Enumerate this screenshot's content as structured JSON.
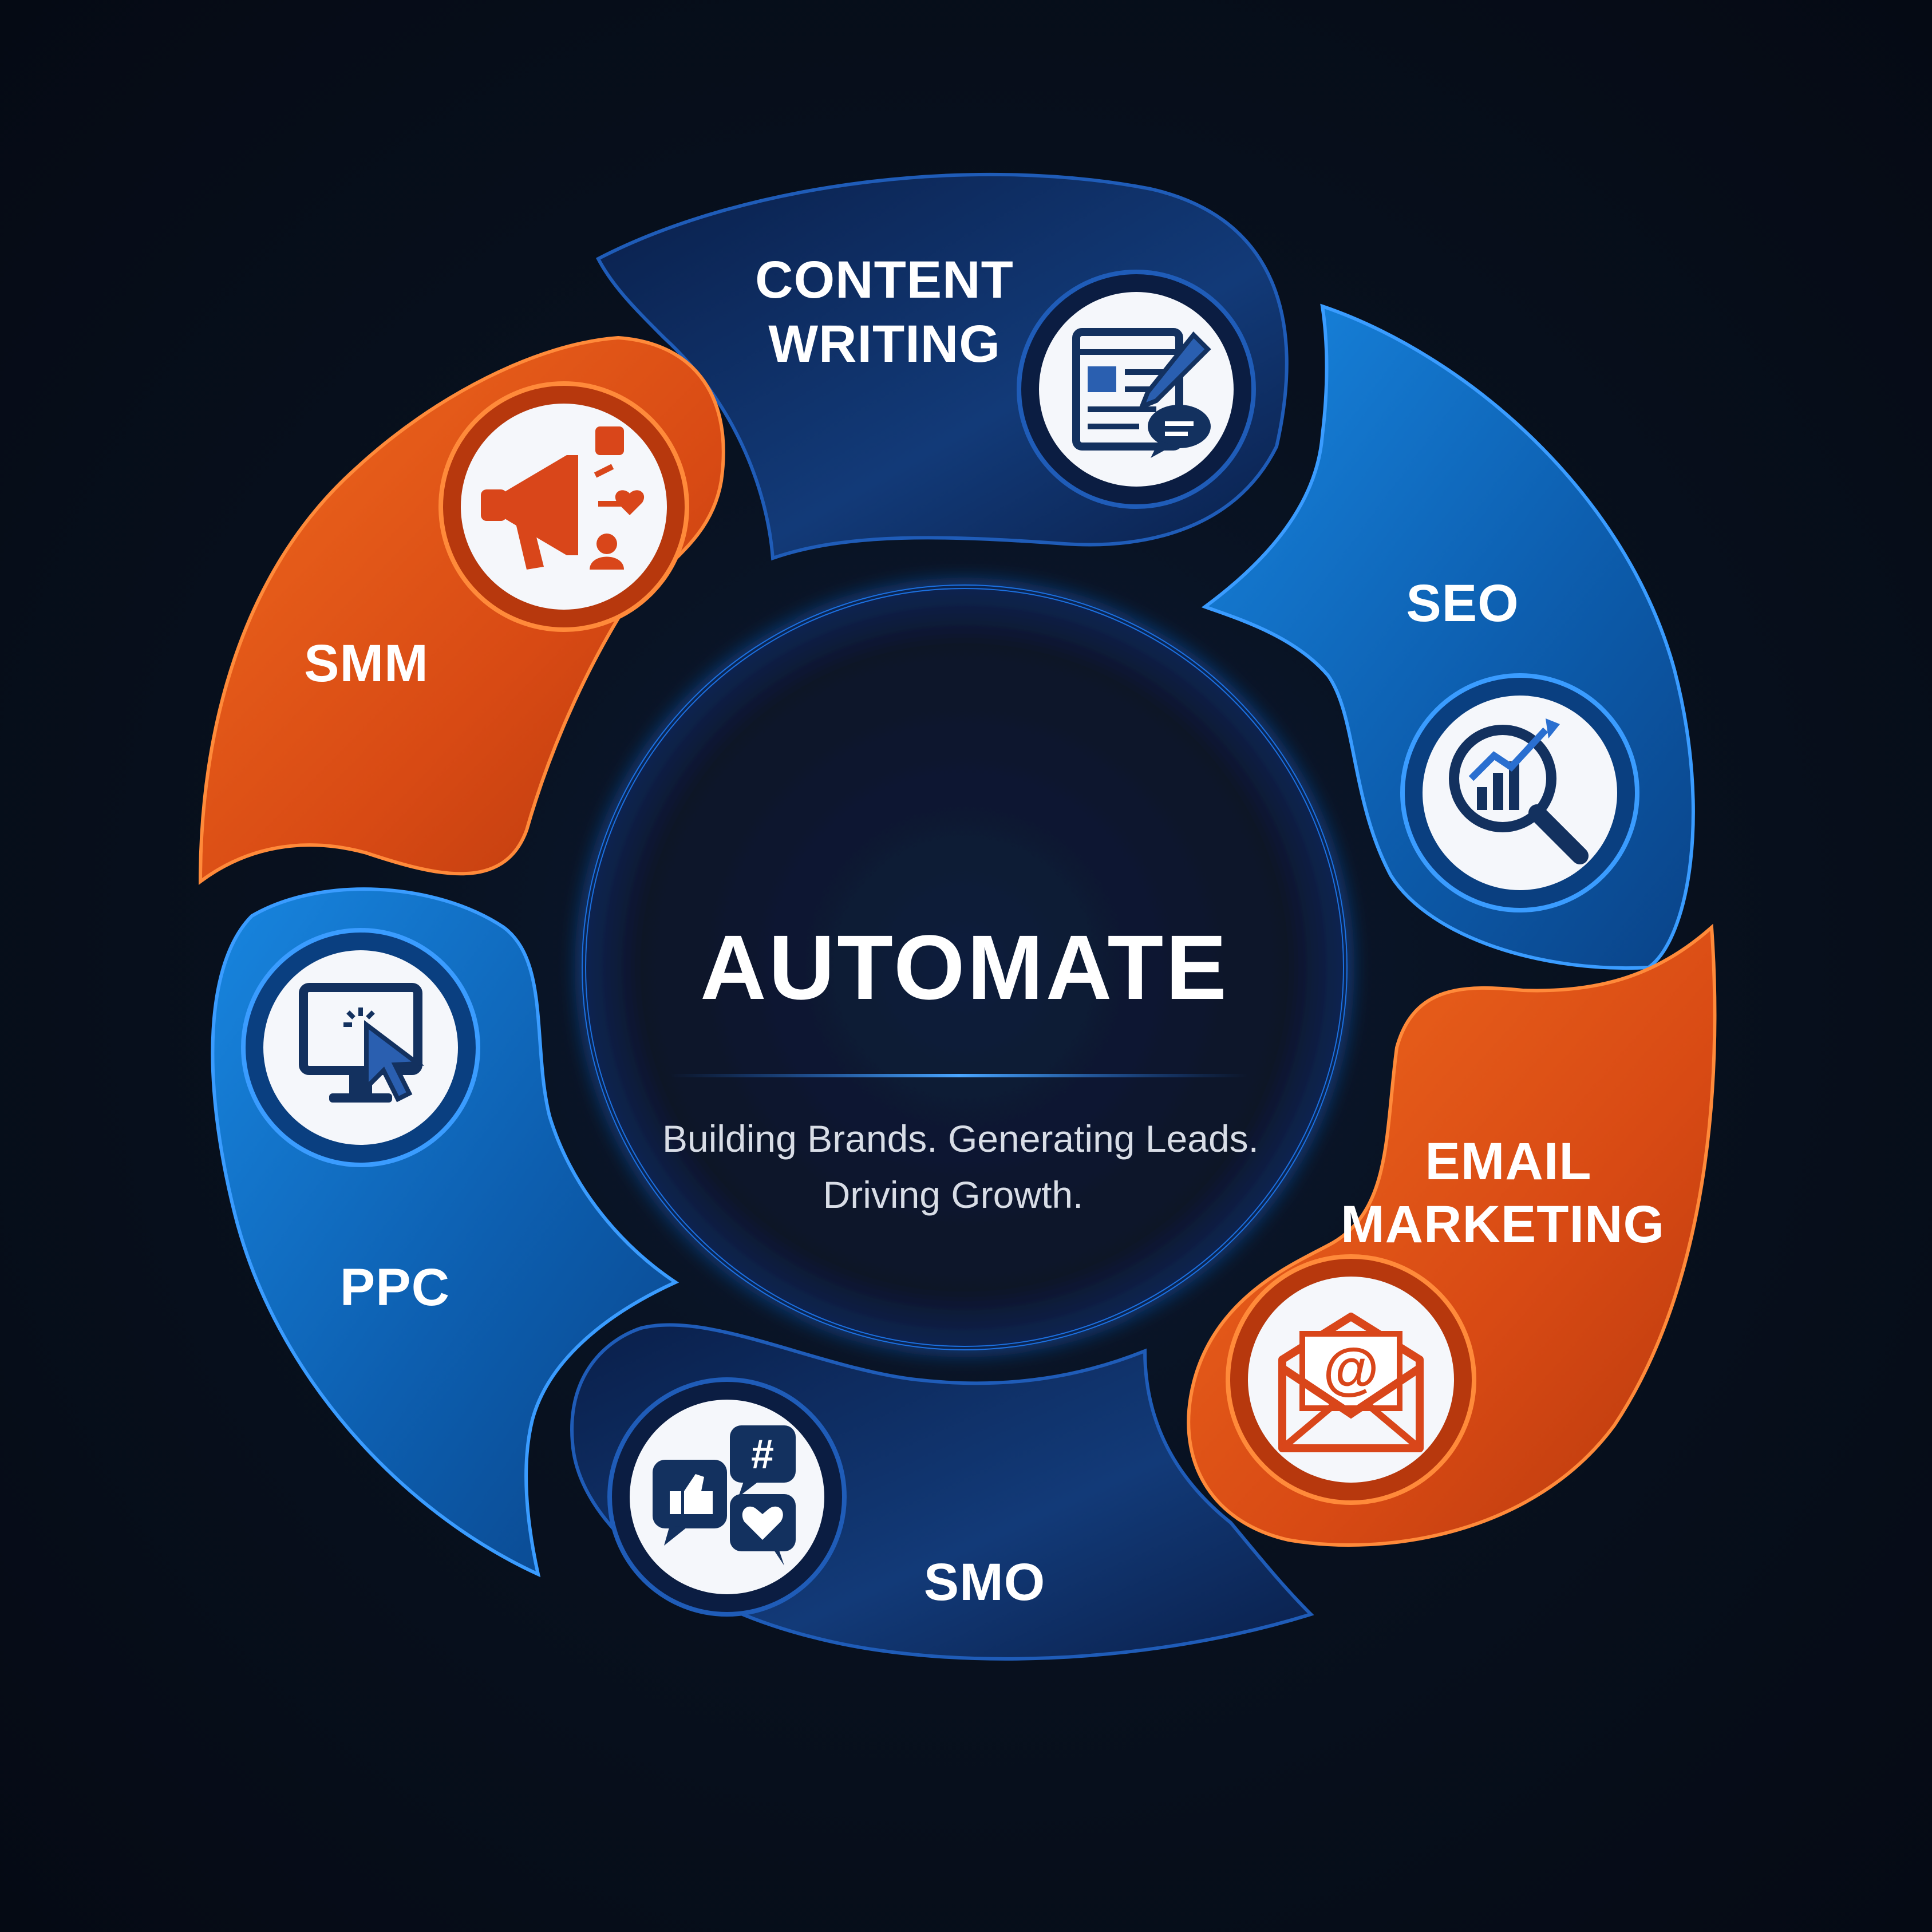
{
  "center": {
    "title": "AUTOMATE",
    "tagline_line1": "Building Brands. Generating Leads.",
    "tagline_line2": "Driving Growth."
  },
  "segments": [
    {
      "id": "content-writing",
      "label_lines": [
        "CONTENT",
        "WRITING"
      ],
      "icon": "content-writing-icon",
      "color": "navy"
    },
    {
      "id": "seo",
      "label_lines": [
        "SEO"
      ],
      "icon": "seo-analytics-icon",
      "color": "blue"
    },
    {
      "id": "email-marketing",
      "label_lines": [
        "EMAIL",
        "MARKETING"
      ],
      "icon": "email-icon",
      "color": "orange"
    },
    {
      "id": "smo",
      "label_lines": [
        "SMO"
      ],
      "icon": "social-chat-icon",
      "color": "navy"
    },
    {
      "id": "ppc",
      "label_lines": [
        "PPC"
      ],
      "icon": "monitor-click-icon",
      "color": "blue"
    },
    {
      "id": "smm",
      "label_lines": [
        "SMM"
      ],
      "icon": "megaphone-icon",
      "color": "orange"
    }
  ],
  "colors": {
    "background": "#060c18",
    "navy": "#0f2a5c",
    "blue": "#0d5fb0",
    "orange": "#e2521a",
    "icon_navy": "#13315f",
    "icon_orange": "#d9461a",
    "center_glow": "#1d6fe0"
  }
}
